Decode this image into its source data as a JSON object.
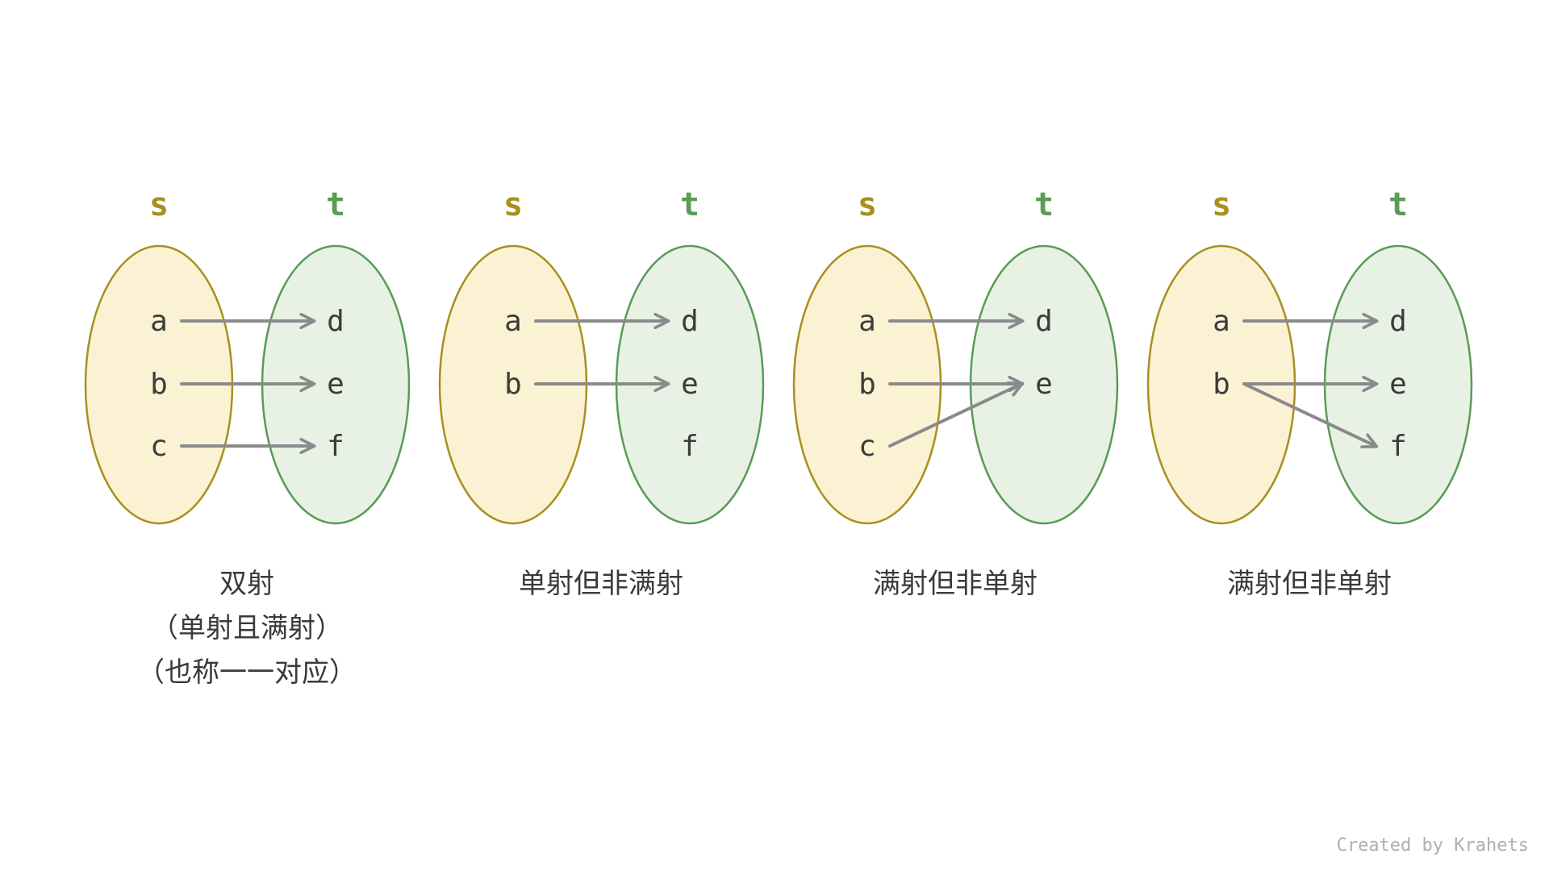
{
  "colors": {
    "source_fill": "#fbf2d4",
    "source_stroke": "#a8901f",
    "target_fill": "#e3f0e1",
    "target_stroke": "#5a9b55",
    "arrow": "#8a8a8a",
    "source_label": "#a8901f",
    "target_label": "#5a9b55"
  },
  "panels": [
    {
      "source_label": "s",
      "target_label": "t",
      "source_elements": [
        "a",
        "b",
        "c"
      ],
      "target_elements": [
        "d",
        "e",
        "f"
      ],
      "mappings": [
        [
          "a",
          "d"
        ],
        [
          "b",
          "e"
        ],
        [
          "c",
          "f"
        ]
      ],
      "caption": [
        "双射",
        "（单射且满射）",
        "（也称一一对应）"
      ]
    },
    {
      "source_label": "s",
      "target_label": "t",
      "source_elements": [
        "a",
        "b"
      ],
      "target_elements": [
        "d",
        "e",
        "f"
      ],
      "mappings": [
        [
          "a",
          "d"
        ],
        [
          "b",
          "e"
        ]
      ],
      "caption": [
        "单射但非满射"
      ]
    },
    {
      "source_label": "s",
      "target_label": "t",
      "source_elements": [
        "a",
        "b",
        "c"
      ],
      "target_elements": [
        "d",
        "e"
      ],
      "mappings": [
        [
          "a",
          "d"
        ],
        [
          "b",
          "e"
        ],
        [
          "c",
          "e"
        ]
      ],
      "caption": [
        "满射但非单射"
      ]
    },
    {
      "source_label": "s",
      "target_label": "t",
      "source_elements": [
        "a",
        "b"
      ],
      "target_elements": [
        "d",
        "e",
        "f"
      ],
      "mappings": [
        [
          "a",
          "d"
        ],
        [
          "b",
          "e"
        ],
        [
          "b",
          "f"
        ]
      ],
      "caption": [
        "满射但非单射"
      ]
    }
  ],
  "footer": {
    "credit": "Created by Krahets"
  }
}
